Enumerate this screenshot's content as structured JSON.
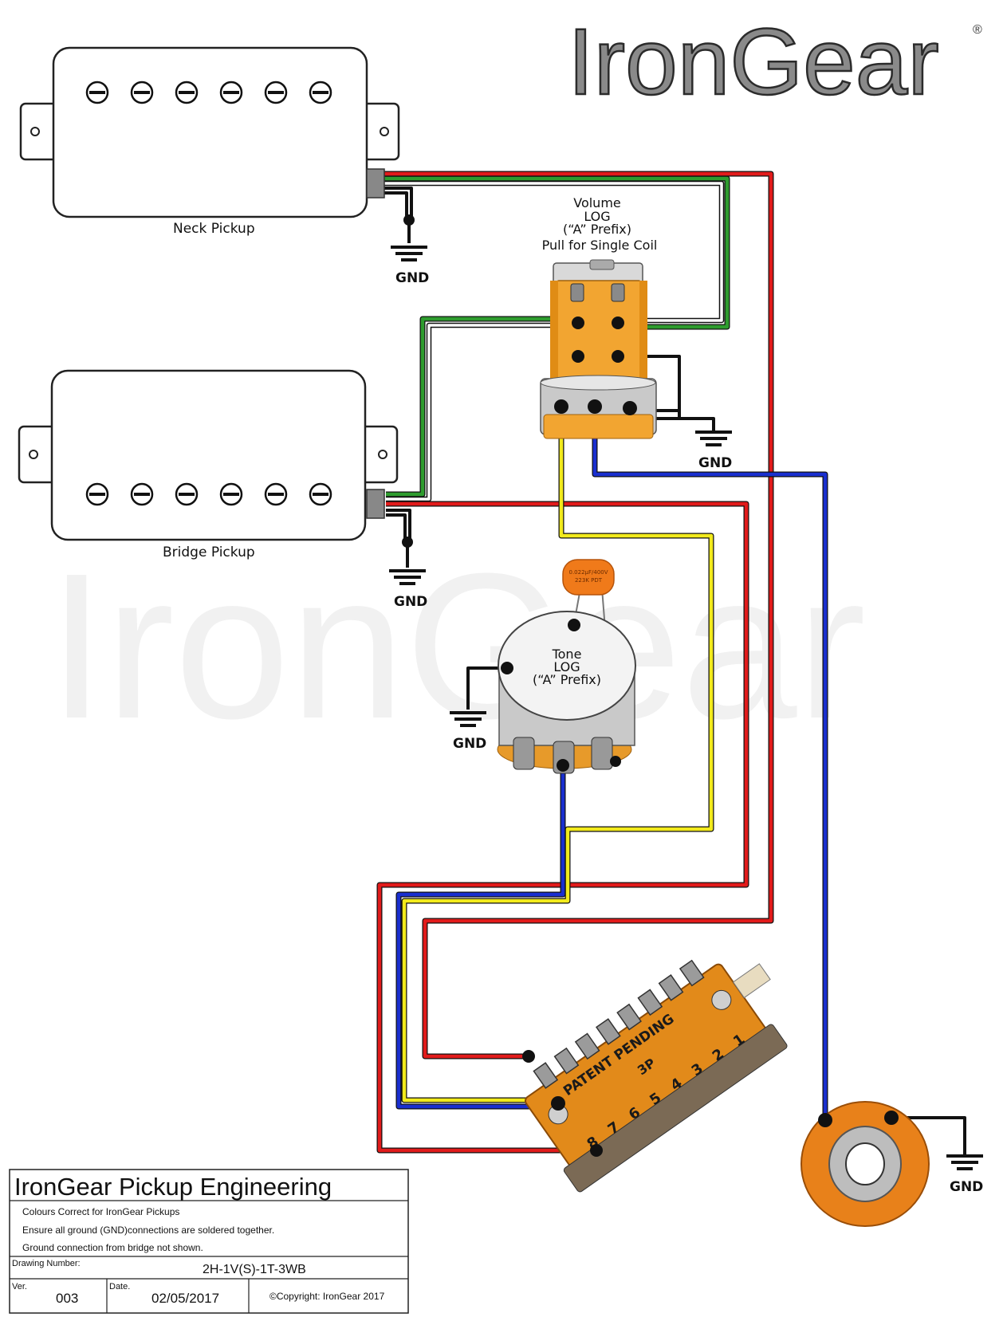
{
  "brand": {
    "name": "IronGear",
    "mark": "®",
    "watermark": "IronGear"
  },
  "colors": {
    "hot": "#e11b1b",
    "green": "#2e9c2e",
    "white": "#ffffff",
    "bare": "#111111",
    "yellow": "#f2ea1c",
    "blue": "#1a2fcf",
    "pot_body": "#f2a531",
    "cap": "#f07a1a"
  },
  "pickups": {
    "neck": {
      "label": "Neck Pickup"
    },
    "bridge": {
      "label": "Bridge Pickup"
    }
  },
  "volume_pot": {
    "line1": "Volume",
    "line2": "LOG",
    "line3": "(“A” Prefix)",
    "line4": "Pull for Single Coil"
  },
  "tone_pot": {
    "line1": "Tone",
    "line2": "LOG",
    "line3": "(“A” Prefix)"
  },
  "capacitor": {
    "marking1": "0.022µF/400V",
    "marking2": "223K  PDT"
  },
  "switch": {
    "numbers": [
      "8",
      "7",
      "6",
      "5",
      "4",
      "3",
      "2",
      "1"
    ],
    "text1": "PATENT PENDING",
    "text2": "3P"
  },
  "ground_label": "GND",
  "title_block": {
    "company": "IronGear Pickup Engineering",
    "notes": [
      "Colours Correct for IronGear Pickups",
      "Ensure all ground (GND)connections are soldered together.",
      "Ground connection from bridge not shown."
    ],
    "drawing_number_label": "Drawing Number:",
    "drawing_number": "2H-1V(S)-1T-3WB",
    "ver_label": "Ver.",
    "ver": "003",
    "date_label": "Date.",
    "date": "02/05/2017",
    "copyright": "©Copyright: IronGear 2017"
  }
}
